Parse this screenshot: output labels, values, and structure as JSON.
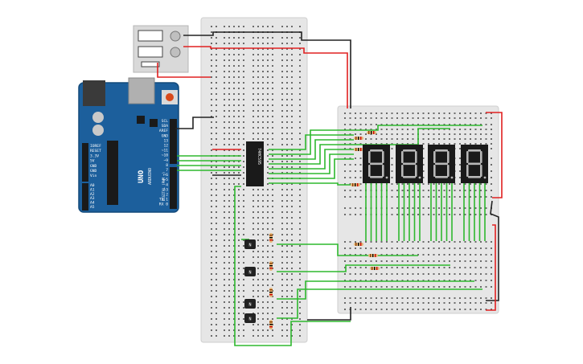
{
  "arduino": {
    "labels_left": [
      "IOREF",
      "RESET",
      "3.3V",
      "5V",
      "GND",
      "GND",
      "Vin"
    ],
    "labels_analog": [
      "A0",
      "A1",
      "A2",
      "A3",
      "A4",
      "A5"
    ],
    "labels_right": [
      "SCL",
      "SDA",
      "AREF",
      "GND",
      "13",
      "12",
      "~11",
      "~10",
      "~9",
      "8",
      "7",
      "~6",
      "~5",
      "4",
      "~3",
      "2",
      "TX 1",
      "RX 0"
    ],
    "brand": "UNO",
    "sub_brand": "ARDUINO",
    "digital_label": "DIGITAL (PWM ~)",
    "colors": {
      "board": "#1c5f9c",
      "edge": "#134a7a",
      "header": "#1a1a1a"
    }
  },
  "chip": {
    "label": "74HC595"
  },
  "transistors": [
    {
      "label": "N"
    },
    {
      "label": "N"
    },
    {
      "label": "N"
    },
    {
      "label": "N"
    }
  ],
  "displays": {
    "count": 4,
    "digit_color": "#1a1a1a",
    "segment_off": "#b8b8b8"
  },
  "colors": {
    "breadboard": "#e6e6e6",
    "wire_green": "#2eb82e",
    "wire_red": "#e02020",
    "wire_black": "#222222"
  }
}
